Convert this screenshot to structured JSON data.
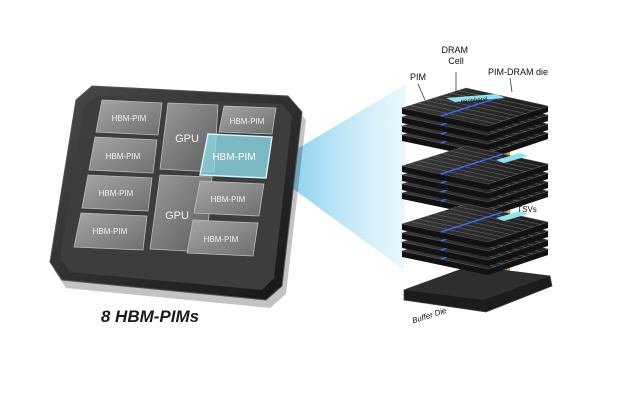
{
  "package": {
    "caption": "8 HBM-PIMs",
    "tiles": {
      "top_left": "HBM-PIM",
      "mid_left": "HBM-PIM",
      "lower_left": "HBM-PIM",
      "bottom_left": "HBM-PIM",
      "top_right": "HBM-PIM",
      "highlighted": "HBM-PIM",
      "lower_right": "HBM-PIM",
      "bottom_right": "HBM-PIM"
    },
    "gpus": {
      "upper": "GPU",
      "lower": "GPU"
    }
  },
  "stack": {
    "labels": {
      "pim": "PIM",
      "dram_cell": "DRAM\nCell",
      "pim_dram_die": "PIM-DRAM die",
      "peripheral": "peripheral",
      "tsvs": "TSVs",
      "buffer_die": "Buffer Die"
    }
  },
  "colors": {
    "package_bezel": "#2b2b2b",
    "substrate": "#3b3b3b",
    "tile": "#8c8c8c",
    "highlight": "#8fe3ef",
    "beam": "#5cc2e8",
    "die_layer": "#262626",
    "pim_line": "#3b6cff",
    "tsv": "#c9a24a"
  }
}
